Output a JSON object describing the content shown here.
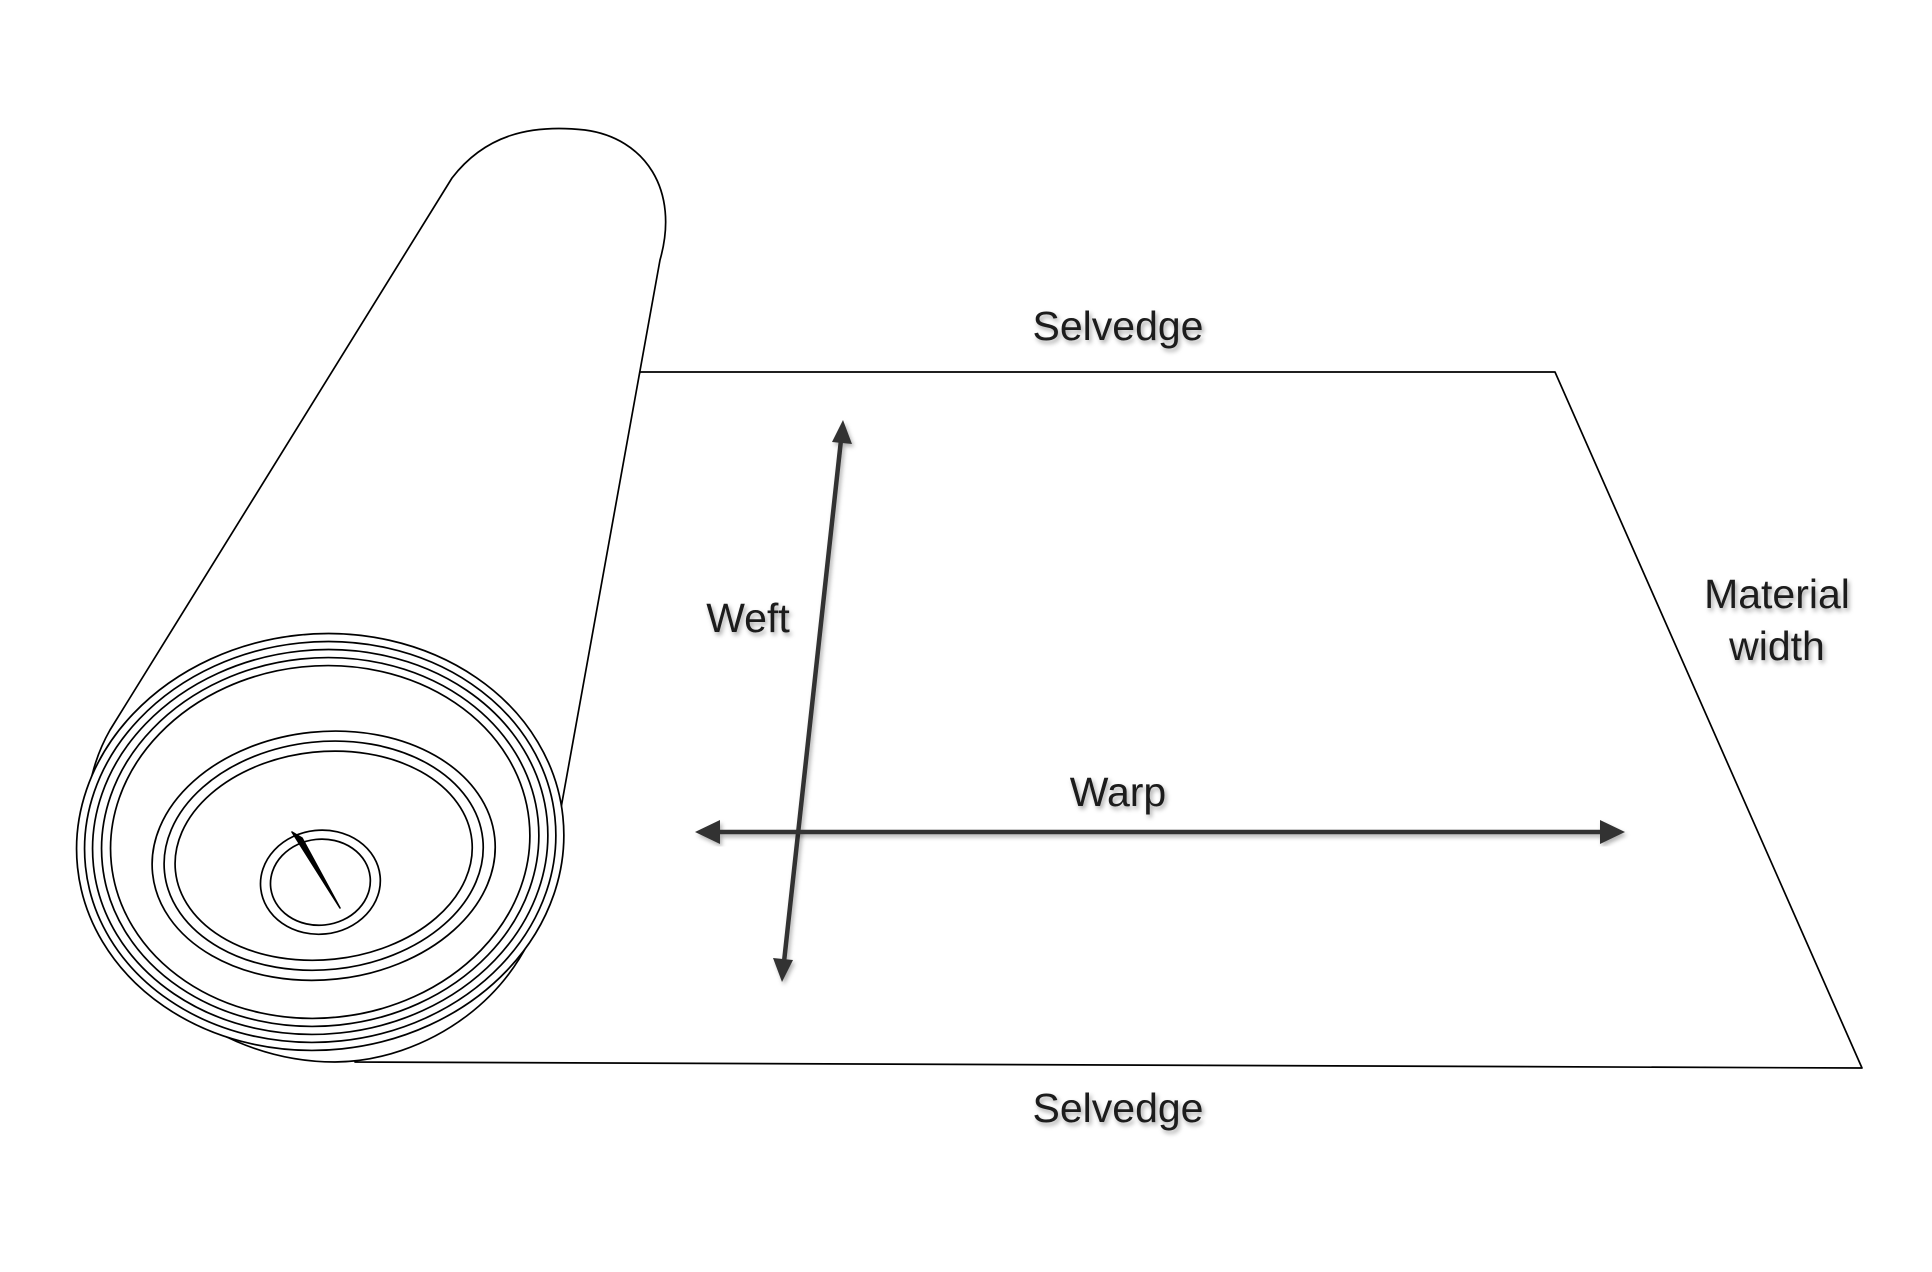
{
  "labels": {
    "selvedge_top": "Selvedge",
    "selvedge_bottom": "Selvedge",
    "weft": "Weft",
    "warp": "Warp",
    "material_width_line1": "Material",
    "material_width_line2": "width"
  },
  "colors": {
    "outline": "#000000",
    "arrow": "#333333",
    "text": "#1a1a1a",
    "background": "#ffffff"
  }
}
